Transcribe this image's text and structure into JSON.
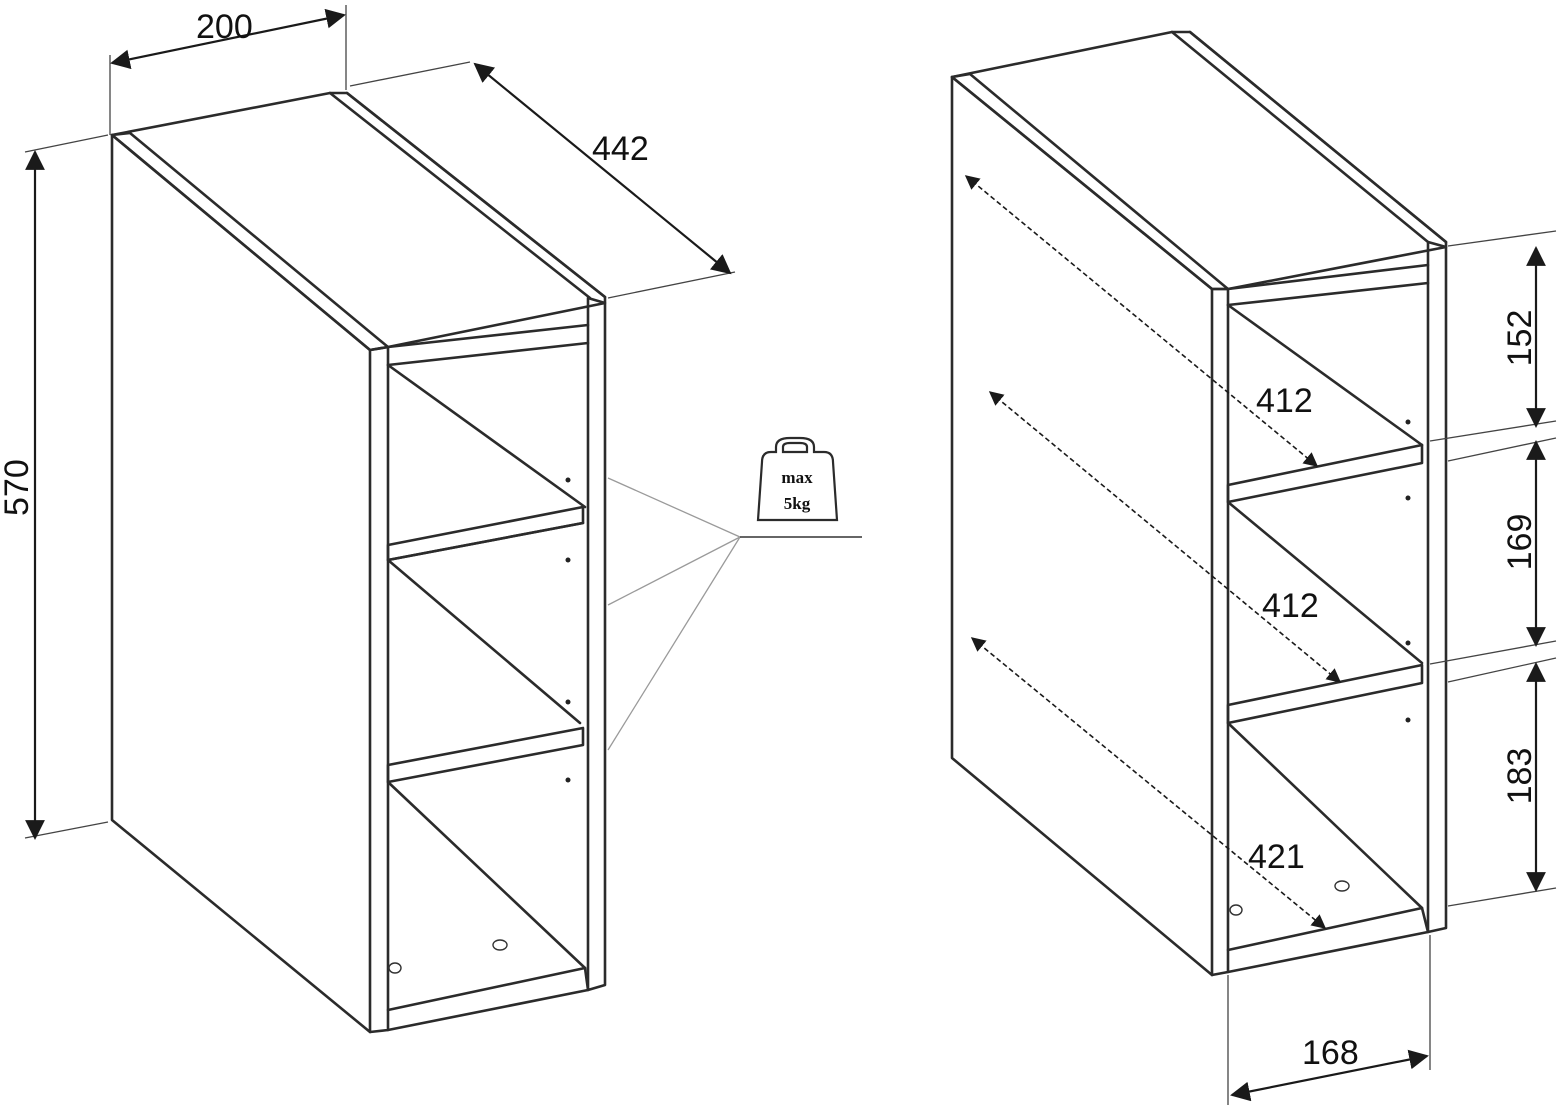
{
  "left_view": {
    "width_label": "200",
    "depth_label": "442",
    "height_label": "570"
  },
  "weight_badge": {
    "line1": "max",
    "line2": "5kg"
  },
  "right_view": {
    "shelf_depth_top": "412",
    "shelf_depth_mid": "412",
    "shelf_depth_bottom": "421",
    "compartment_top": "152",
    "compartment_mid": "169",
    "compartment_bottom": "183",
    "inner_width": "168"
  }
}
